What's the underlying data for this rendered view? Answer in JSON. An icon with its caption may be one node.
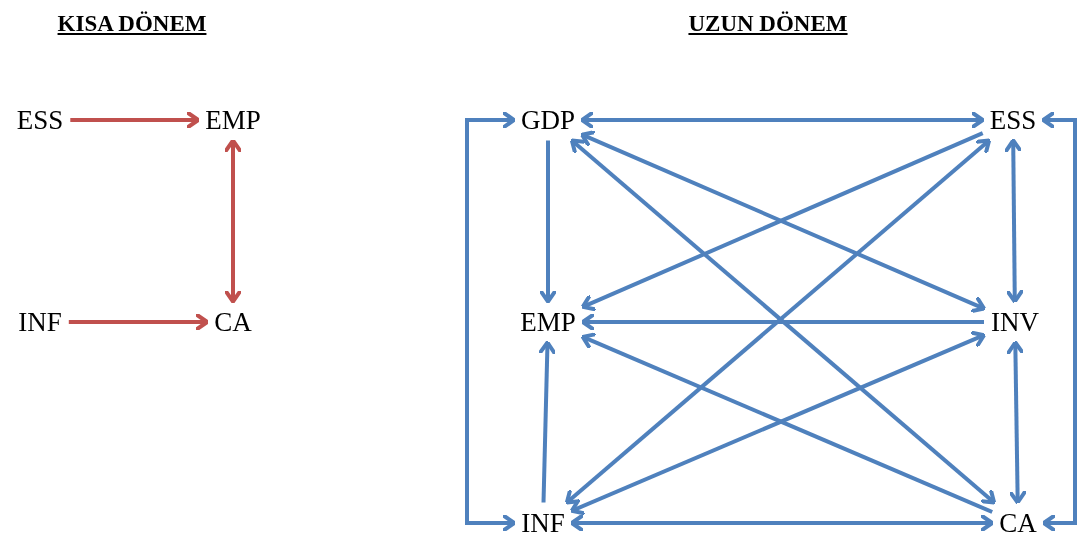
{
  "diagram": {
    "nodes": [
      {
        "text": [
          "ESS"
        ]
      },
      {
        "text": [
          "EMP"
        ]
      },
      {
        "text": [
          "INF"
        ]
      },
      {
        "text": [
          "CA"
        ]
      },
      {
        "text": [
          "GDP"
        ]
      },
      {
        "text": [
          "ESS"
        ]
      },
      {
        "text": [
          "EMP"
        ]
      },
      {
        "text": [
          "INV"
        ]
      },
      {
        "text": [
          "INF"
        ]
      },
      {
        "text": [
          "CA"
        ]
      }
    ],
    "edges": [
      {
        "from": 0,
        "to": 1,
        "arrow": "to",
        "color": "#c0504d"
      },
      {
        "from": 2,
        "to": 3,
        "arrow": "to",
        "color": "#c0504d"
      },
      {
        "from": 1,
        "to": 3,
        "arrow": "both",
        "color": "#c0504d"
      },
      {
        "from": 4,
        "to": 5,
        "arrow": "both"
      },
      {
        "from": 4,
        "to": 6,
        "arrow": "to"
      },
      {
        "from": 5,
        "to": 7,
        "arrow": "both"
      },
      {
        "from": 7,
        "to": 9,
        "arrow": "both"
      },
      {
        "from": 8,
        "to": 6,
        "arrow": "to"
      },
      {
        "from": 8,
        "to": 9,
        "arrow": "both"
      },
      {
        "from": 8,
        "to": 4,
        "arrow": "both"
      },
      {
        "from": 9,
        "to": 5,
        "arrow": "both"
      },
      {
        "from": 7,
        "to": 6,
        "arrow": "to"
      },
      {
        "from": 5,
        "to": 6,
        "arrow": "to"
      },
      {
        "from": 4,
        "to": 7,
        "arrow": "both"
      },
      {
        "from": 4,
        "to": 9,
        "arrow": "both"
      },
      {
        "from": 8,
        "to": 5,
        "arrow": "both"
      },
      {
        "from": 8,
        "to": 7,
        "arrow": "both"
      },
      {
        "from": 9,
        "to": 6,
        "arrow": "to"
      }
    ],
    "labels": [
      "KISA DÖNEM",
      "UZUN DÖNEM"
    ]
  }
}
